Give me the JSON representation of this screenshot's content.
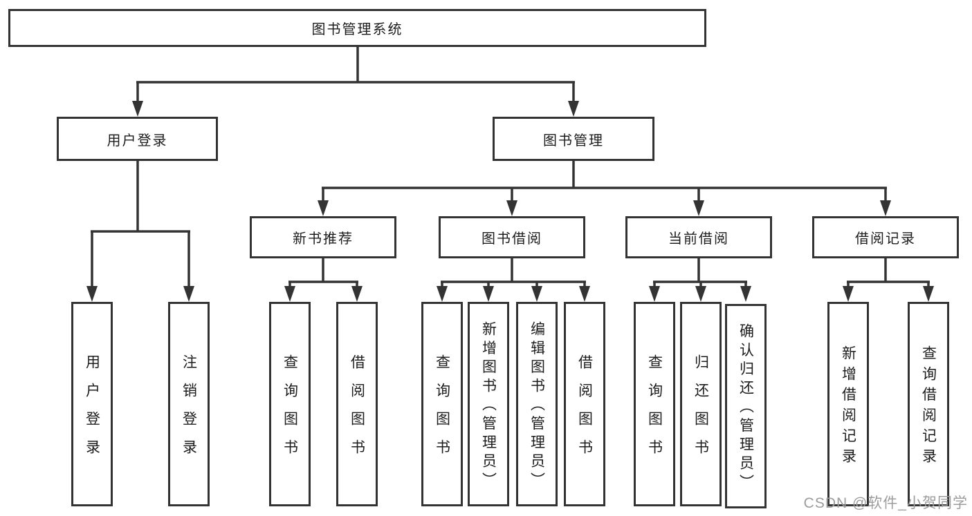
{
  "diagram": {
    "root": {
      "label": "图书管理系统"
    },
    "level2": [
      {
        "id": "user-login",
        "label": "用户登录"
      },
      {
        "id": "book-management",
        "label": "图书管理"
      }
    ],
    "level3": [
      {
        "id": "new-book-recommend",
        "label": "新书推荐"
      },
      {
        "id": "book-borrow",
        "label": "图书借阅"
      },
      {
        "id": "current-borrow",
        "label": "当前借阅"
      },
      {
        "id": "borrow-records",
        "label": "借阅记录"
      }
    ],
    "leaves": {
      "user_login": [
        {
          "label": "用户登录"
        },
        {
          "label": "注销登录"
        }
      ],
      "new_book_recommend": [
        {
          "label": "查询图书"
        },
        {
          "label": "借阅图书"
        }
      ],
      "book_borrow": [
        {
          "label": "查询图书"
        },
        {
          "label": "新增图书（管理员）"
        },
        {
          "label": "编辑图书（管理员）"
        },
        {
          "label": "借阅图书"
        }
      ],
      "current_borrow": [
        {
          "label": "查询图书"
        },
        {
          "label": "归还图书"
        },
        {
          "label": "确认归还（管理员）"
        }
      ],
      "borrow_records": [
        {
          "label": "新增借阅记录"
        },
        {
          "label": "查询借阅记录"
        }
      ]
    },
    "colors": {
      "line": "#333333",
      "text": "#1c1c1c",
      "box_background": "#ffffff",
      "watermark": "#9c9c9c"
    }
  },
  "watermark": {
    "text": "CSDN @软件_小贺同学"
  }
}
